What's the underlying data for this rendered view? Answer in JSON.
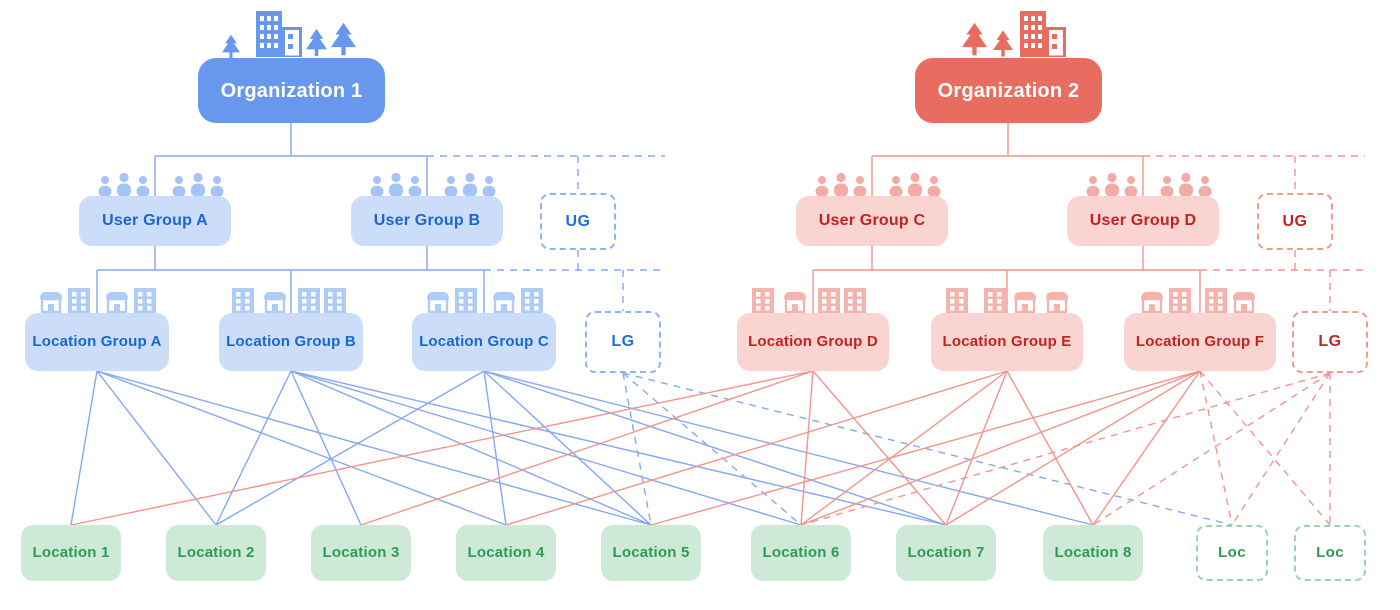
{
  "palette": {
    "blue_solid": "#6897EE",
    "blue_light": "#CBDDF8",
    "blue_text": "#1967D2",
    "blue_line": "#84A9F1",
    "red_solid": "#E96C60",
    "red_light": "#F9D4D1",
    "red_text": "#C5221F",
    "red_line": "#F2948B",
    "green_light": "#CFE9D8",
    "green_text": "#2D9C52",
    "green_dash": "#9AD4AB"
  },
  "diagram": {
    "organizations": [
      {
        "id": "ORG1",
        "label": "Organization 1",
        "color": "blue"
      },
      {
        "id": "ORG2",
        "label": "Organization 2",
        "color": "red"
      }
    ],
    "user_groups": [
      {
        "id": "UGA",
        "label": "User Group A"
      },
      {
        "id": "UGB",
        "label": "User Group B"
      },
      {
        "id": "UGdB",
        "label": "UG"
      },
      {
        "id": "UGC",
        "label": "User Group C"
      },
      {
        "id": "UGD",
        "label": "User Group D"
      },
      {
        "id": "UGdR",
        "label": "UG"
      }
    ],
    "location_groups": [
      {
        "id": "LGA",
        "label": "Location Group A"
      },
      {
        "id": "LGB",
        "label": "Location Group B"
      },
      {
        "id": "LGC",
        "label": "Location Group C"
      },
      {
        "id": "LGdB",
        "label": "LG"
      },
      {
        "id": "LGD",
        "label": "Location Group D"
      },
      {
        "id": "LGE",
        "label": "Location Group E"
      },
      {
        "id": "LGF",
        "label": "Location Group F"
      },
      {
        "id": "LGdR",
        "label": "LG"
      }
    ],
    "locations": [
      {
        "id": "L1",
        "label": "Location 1"
      },
      {
        "id": "L2",
        "label": "Location 2"
      },
      {
        "id": "L3",
        "label": "Location 3"
      },
      {
        "id": "L4",
        "label": "Location 4"
      },
      {
        "id": "L5",
        "label": "Location 5"
      },
      {
        "id": "L6",
        "label": "Location 6"
      },
      {
        "id": "L7",
        "label": "Location 7"
      },
      {
        "id": "L8",
        "label": "Location 8"
      },
      {
        "id": "LocD1",
        "label": "Loc"
      },
      {
        "id": "LocD2",
        "label": "Loc"
      }
    ],
    "edges": {
      "blue_solid": [
        [
          "LGA",
          "L1"
        ],
        [
          "LGA",
          "L2"
        ],
        [
          "LGA",
          "L4"
        ],
        [
          "LGA",
          "L5"
        ],
        [
          "LGB",
          "L2"
        ],
        [
          "LGB",
          "L3"
        ],
        [
          "LGB",
          "L5"
        ],
        [
          "LGB",
          "L6"
        ],
        [
          "LGB",
          "L7"
        ],
        [
          "LGC",
          "L2"
        ],
        [
          "LGC",
          "L4"
        ],
        [
          "LGC",
          "L5"
        ],
        [
          "LGC",
          "L7"
        ],
        [
          "LGC",
          "L8"
        ]
      ],
      "blue_dashed": [
        [
          "LGdB",
          "L5"
        ],
        [
          "LGdB",
          "L6"
        ],
        [
          "LGdB",
          "LocD1"
        ]
      ],
      "red_solid": [
        [
          "LGD",
          "L1"
        ],
        [
          "LGD",
          "L3"
        ],
        [
          "LGD",
          "L6"
        ],
        [
          "LGD",
          "L7"
        ],
        [
          "LGE",
          "L4"
        ],
        [
          "LGE",
          "L6"
        ],
        [
          "LGE",
          "L7"
        ],
        [
          "LGE",
          "L8"
        ],
        [
          "LGF",
          "L5"
        ],
        [
          "LGF",
          "L6"
        ],
        [
          "LGF",
          "L7"
        ],
        [
          "LGF",
          "L8"
        ]
      ],
      "red_dashed": [
        [
          "LGF",
          "LocD1"
        ],
        [
          "LGF",
          "LocD2"
        ],
        [
          "LGdR",
          "L6"
        ],
        [
          "LGdR",
          "L8"
        ],
        [
          "LGdR",
          "LocD1"
        ],
        [
          "LGdR",
          "LocD2"
        ]
      ]
    }
  }
}
